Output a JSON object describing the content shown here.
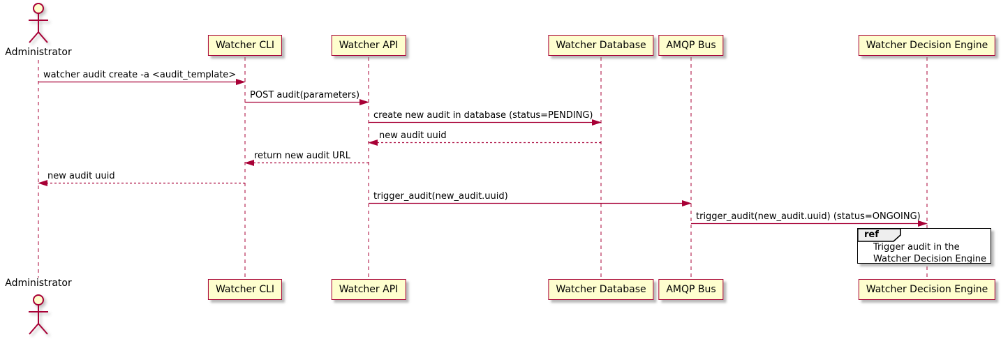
{
  "diagram": {
    "type": "plantuml-sequence",
    "colors": {
      "participant_fill": "#FEFECE",
      "participant_border": "#A80036",
      "line_color": "#A80036",
      "text_color": "#000000",
      "ref_border": "#000000",
      "ref_header_fill": "#EEEEEE",
      "background": "#FFFFFF"
    },
    "actors": [
      {
        "name": "Administrator"
      }
    ],
    "participants": [
      {
        "label": "Watcher CLI"
      },
      {
        "label": "Watcher API"
      },
      {
        "label": "Watcher Database"
      },
      {
        "label": "AMQP Bus"
      },
      {
        "label": "Watcher Decision Engine"
      }
    ],
    "messages": [
      {
        "text": "watcher audit create -a <audit_template>",
        "from": "Administrator",
        "to": "Watcher CLI",
        "style": "solid"
      },
      {
        "text": "POST audit(parameters)",
        "from": "Watcher CLI",
        "to": "Watcher API",
        "style": "solid"
      },
      {
        "text": "create new audit in database (status=PENDING)",
        "from": "Watcher API",
        "to": "Watcher Database",
        "style": "solid"
      },
      {
        "text": "new audit uuid",
        "from": "Watcher Database",
        "to": "Watcher API",
        "style": "dashed"
      },
      {
        "text": "return new audit URL",
        "from": "Watcher API",
        "to": "Watcher CLI",
        "style": "dashed"
      },
      {
        "text": "new audit uuid",
        "from": "Watcher CLI",
        "to": "Administrator",
        "style": "dashed"
      },
      {
        "text": "trigger_audit(new_audit.uuid)",
        "from": "Watcher API",
        "to": "AMQP Bus",
        "style": "solid"
      },
      {
        "text": "trigger_audit(new_audit.uuid) (status=ONGOING)",
        "from": "AMQP Bus",
        "to": "Watcher Decision Engine",
        "style": "solid"
      }
    ],
    "ref": {
      "keyword": "ref",
      "lines": [
        "Trigger audit in the",
        "Watcher Decision Engine"
      ]
    }
  }
}
